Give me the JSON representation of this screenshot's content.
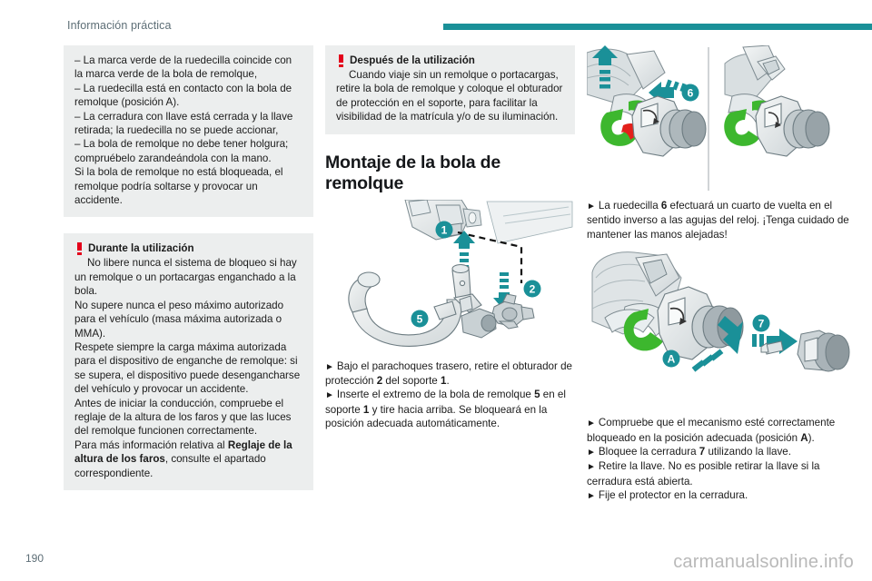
{
  "header": {
    "breadcrumb": "Información práctica",
    "rule_color": "#1a9098"
  },
  "footer": {
    "page_number": "190",
    "watermark": "carmanualsonline.info"
  },
  "colors": {
    "teal": "#1a9098",
    "warning_red": "#e3001b",
    "green": "#3db72e",
    "note_background": "#eceeee"
  },
  "column1": {
    "note_a": {
      "lines": [
        "–  La marca verde de la ruedecilla coincide con la marca verde de la bola de remolque,",
        "–  La ruedecilla está en contacto con la bola de remolque (posición A).",
        "–  La cerradura con llave está cerrada y la llave retirada; la ruedecilla no se puede accionar,",
        "–  La bola de remolque no debe tener holgura; compruébelo zarandeándola con la mano.",
        "Si la bola de remolque no está bloqueada, el remolque podría soltarse y provocar un accidente."
      ],
      "bold_fragment": "A"
    },
    "note_b": {
      "icon": "warning-exclamation-icon",
      "title": "Durante la utilización",
      "paragraphs": [
        "No libere nunca el sistema de bloqueo si hay un remolque o un portacargas enganchado a la bola.",
        "No supere nunca el peso máximo autorizado para el vehículo (masa máxima autorizada o MMA).",
        "Respete siempre la carga máxima autorizada para el dispositivo de enganche de remolque: si se supera, el dispositivo puede desengancharse del vehículo y provocar un accidente.",
        "Antes de iniciar la conducción, compruebe el reglaje de la altura de los faros y que las luces del remolque funcionen correctamente."
      ],
      "final_paragraph_pre": "Para más información relativa al ",
      "final_paragraph_bold": "Reglaje de la altura de los faros",
      "final_paragraph_post": ", consulte el apartado correspondiente."
    }
  },
  "column2": {
    "note_a": {
      "icon": "warning-exclamation-icon",
      "title": "Después de la utilización",
      "paragraph": "Cuando viaje sin un remolque o portacargas, retire la bola de remolque y coloque el obturador de protección en el soporte, para facilitar la visibilidad de la matrícula y/o de su iluminación."
    },
    "heading": "Montaje de la bola de remolque",
    "illustration": {
      "name": "tow-ball-mounting-diagram",
      "callouts": [
        "1",
        "2",
        "5"
      ]
    },
    "steps": [
      {
        "marker": "►",
        "pre": "Bajo el parachoques trasero, retire el obturador de protección ",
        "bold1": "2",
        "mid": " del soporte ",
        "bold2": "1",
        "post": "."
      },
      {
        "marker": "►",
        "pre": "Inserte el extremo de la bola de remolque ",
        "bold1": "5",
        "mid": " en el soporte ",
        "bold2": "1",
        "post": " y tire hacia arriba. Se bloqueará en la posición adecuada automáticamente."
      }
    ]
  },
  "column3": {
    "illustration_top": {
      "name": "handwheel-quarter-turn-diagram",
      "callouts": [
        "6"
      ]
    },
    "step_1": {
      "marker": "►",
      "pre": "La ruedecilla ",
      "bold1": "6",
      "post": " efectuará un cuarto de vuelta en el sentido inverso a las agujas del reloj. ¡Tenga cuidado de mantener las manos alejadas!"
    },
    "illustration_bottom": {
      "name": "lock-and-cap-diagram",
      "callouts": [
        "7",
        "A"
      ]
    },
    "steps": [
      {
        "marker": "►",
        "pre": "Compruebe que el mecanismo esté correctamente bloqueado en la posición adecuada (posición ",
        "bold1": "A",
        "post": ")."
      },
      {
        "marker": "►",
        "pre": "Bloquee la cerradura ",
        "bold1": "7",
        "post": " utilizando la llave."
      },
      {
        "marker": "►",
        "pre": "Retire la llave. No es posible retirar la llave si la cerradura está abierta.",
        "bold1": "",
        "post": ""
      },
      {
        "marker": "►",
        "pre": "Fije el protector en la cerradura.",
        "bold1": "",
        "post": ""
      }
    ]
  }
}
